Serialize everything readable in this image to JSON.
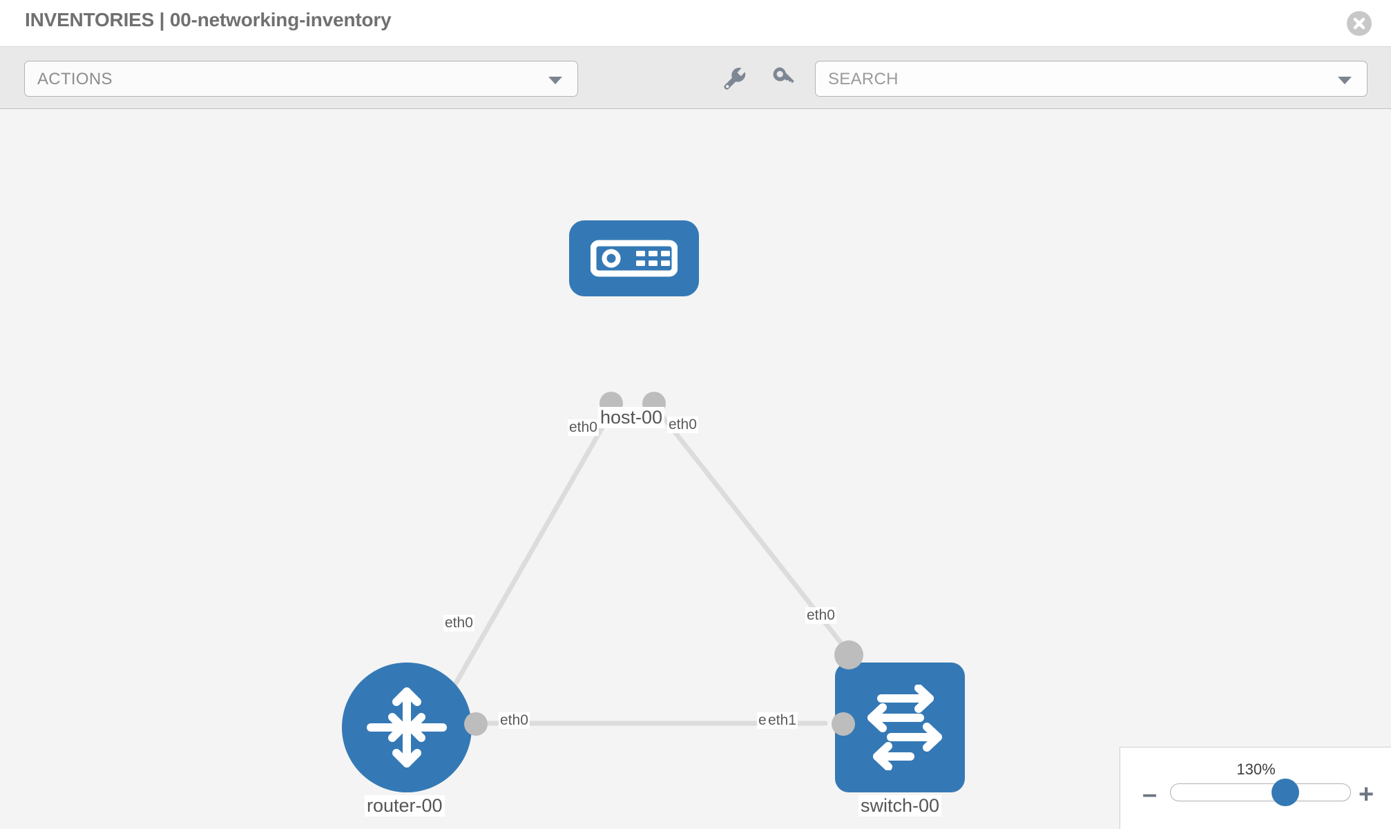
{
  "header": {
    "title": "INVENTORIES | 00-networking-inventory",
    "close_icon": "close-circle-icon"
  },
  "toolbar": {
    "actions_label": "ACTIONS",
    "actions_caret_icon": "chevron-down-icon",
    "wrench_icon": "wrench-icon",
    "key_icon": "key-icon",
    "search_placeholder": "SEARCH",
    "search_value": "",
    "search_caret_icon": "chevron-down-icon"
  },
  "topology": {
    "nodes": [
      {
        "id": "host-00",
        "label": "host-00",
        "icon": "server-icon",
        "shape": "rounded-rect",
        "color": "#3479b5"
      },
      {
        "id": "router-00",
        "label": "router-00",
        "icon": "router-arrows-icon",
        "shape": "circle",
        "color": "#3479b5"
      },
      {
        "id": "switch-00",
        "label": "switch-00",
        "icon": "switch-arrows-icon",
        "shape": "rounded-square",
        "color": "#3479b5"
      }
    ],
    "edges": [
      {
        "from": "router-00",
        "to": "host-00",
        "from_label": "eth0",
        "to_label": "eth0"
      },
      {
        "from": "host-00",
        "to": "switch-00",
        "from_label": "eth0",
        "to_label": "eth0"
      },
      {
        "from": "router-00",
        "to": "switch-00",
        "from_label": "eth0",
        "to_label": "eth1",
        "to_label_alt": "eth"
      }
    ],
    "edge_labels": {
      "host_left": "eth0",
      "host_right": "eth0",
      "router_up": "eth0",
      "switch_up": "eth0",
      "router_right": "eth0",
      "switch_left_a": "eth",
      "switch_left_b": "eth1"
    },
    "link_color": "#dcdcdc",
    "connector_color": "#bdbdbd"
  },
  "zoom_control": {
    "value_label": "130%",
    "minus_label": "–",
    "plus_label": "+",
    "slider_percent": 59
  }
}
